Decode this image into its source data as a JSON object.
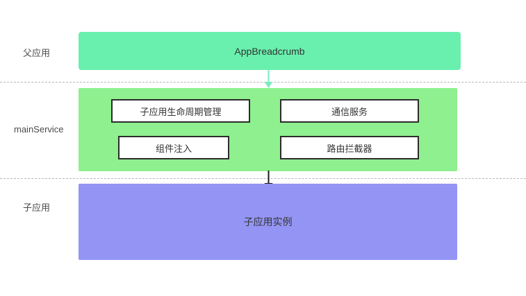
{
  "diagram": {
    "layers": {
      "parent_app": {
        "label": "父应用",
        "node": "AppBreadcrumb"
      },
      "main_service": {
        "label": "mainService",
        "nodes": [
          "子应用生命周期管理",
          "通信服务",
          "组件注入",
          "路由拦截器"
        ]
      },
      "child_app": {
        "label": "子应用",
        "node": "子应用实例"
      }
    },
    "colors": {
      "parent_node_bg": "#69f0ae",
      "main_service_bg": "#8ef08e",
      "child_node_bg": "#9394f3",
      "inner_node_border": "#2b2b2b",
      "arrow_green": "#7debbe",
      "arrow_dark": "#1a1a1a",
      "separator": "#b5b5b5"
    }
  }
}
